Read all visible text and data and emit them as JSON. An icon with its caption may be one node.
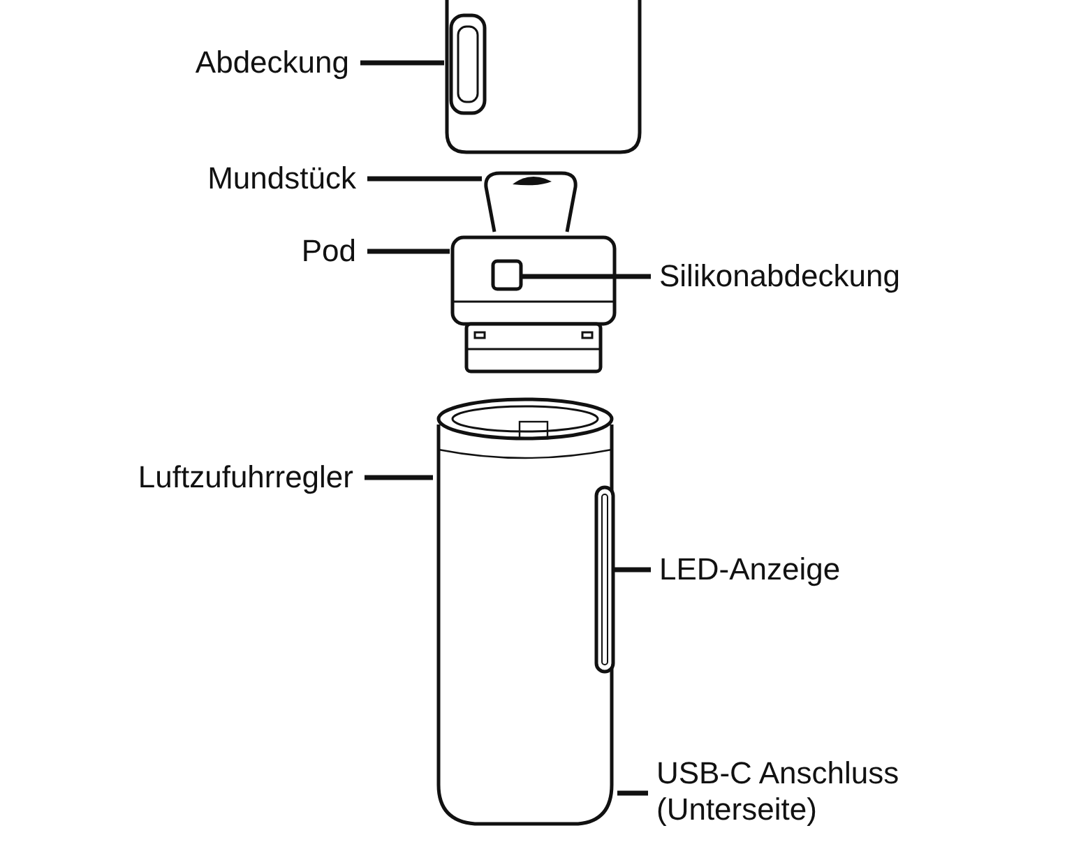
{
  "diagram": {
    "nodes": [
      {
        "text": [
          "Abdeckung"
        ]
      },
      {
        "text": [],
        "shape": "picture"
      },
      {
        "text": [
          "Mundstück"
        ]
      },
      {
        "text": [],
        "shape": "picture"
      },
      {
        "text": [
          "Pod"
        ]
      },
      {
        "text": [],
        "shape": "picture"
      },
      {
        "text": [
          "Silikonabdeckung"
        ]
      },
      {
        "text": [],
        "shape": "box",
        "in": 5
      },
      {
        "text": [
          "Luftzufuhrregler"
        ]
      },
      {
        "text": [],
        "shape": "picture"
      },
      {
        "text": [
          "LED-Anzeige"
        ]
      },
      {
        "text": [],
        "shape": "bar",
        "in": 9
      },
      {
        "text": [
          "USB-C Anschluss (Unterseite)"
        ]
      }
    ],
    "edges": [
      {
        "from": 0,
        "to": 1,
        "arrow": "none"
      },
      {
        "from": 2,
        "to": 3,
        "arrow": "none"
      },
      {
        "from": 4,
        "to": 5,
        "arrow": "none"
      },
      {
        "from": 6,
        "to": 7,
        "arrow": "none"
      },
      {
        "from": 8,
        "to": 9,
        "arrow": "none"
      },
      {
        "from": 10,
        "to": 11,
        "arrow": "none"
      },
      {
        "from": 12,
        "to": 9,
        "arrow": "none"
      }
    ]
  }
}
